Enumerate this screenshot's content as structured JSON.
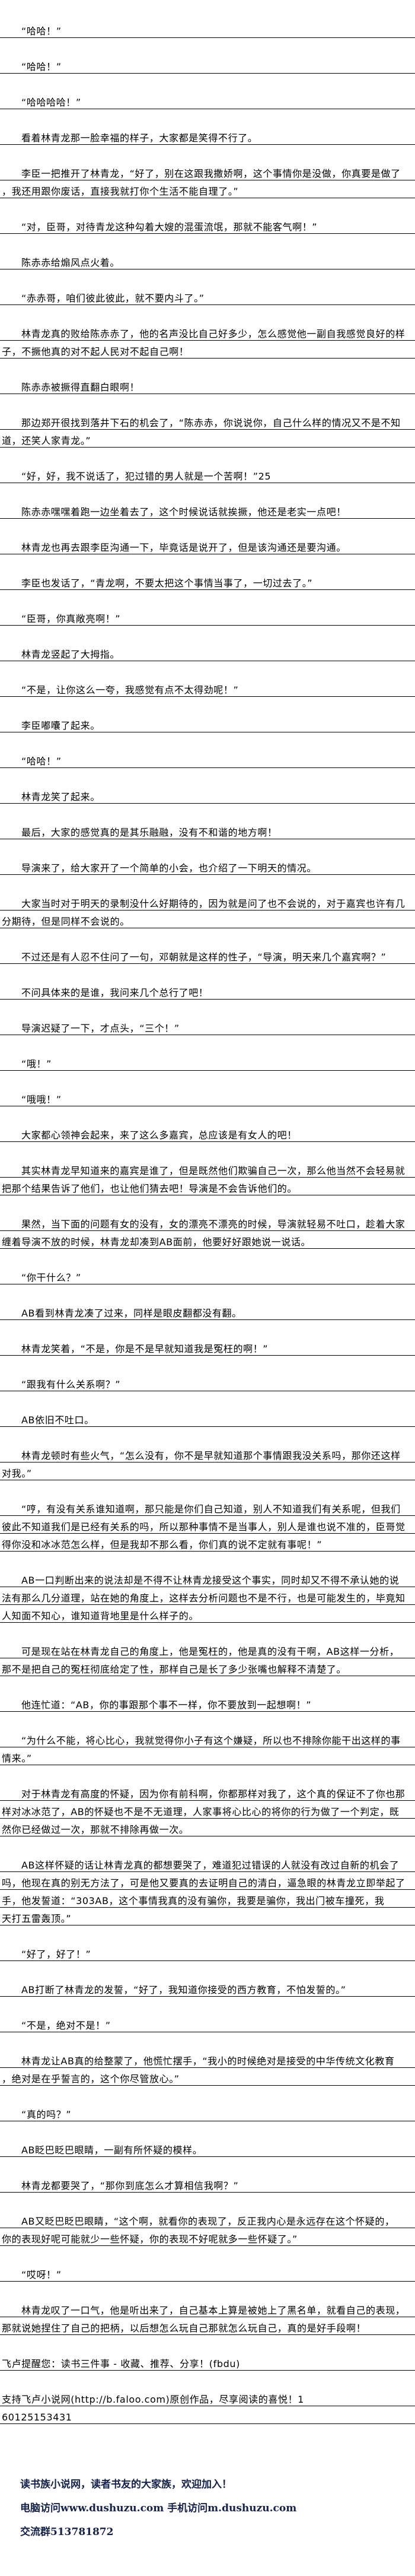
{
  "paragraphs": [
    [
      "“哈哈！”"
    ],
    [
      "“哈哈！”"
    ],
    [
      "“哈哈哈哈！”"
    ],
    [
      "看着林青龙那一脸幸福的样子，大家都是笑得不行了。"
    ],
    [
      "李臣一把推开了林青龙，“好了，别在这跟我撒娇啊，这个事情你是没做，你真要是做了",
      "，我还用跟你废话，直接我就打你个生活不能自理了。”"
    ],
    [
      "“对，臣哥，对待青龙这种勾着大嫂的混蛋流氓，那就不能客气啊！”"
    ],
    [
      "陈赤赤给煽风点火着。"
    ],
    [
      "“赤赤哥，咱们彼此彼此，就不要内斗了。”"
    ],
    [
      "林青龙真的败给陈赤赤了，他的名声没比自己好多少，怎么感觉他一副自我感觉良好的样",
      "子，不撅他真的对不起人民对不起自己啊！"
    ],
    [
      "陈赤赤被撅得直翻白眼啊！"
    ],
    [
      "那边郑开很找到落井下石的机会了，“陈赤赤，你说说你，自己什么样的情况又不是不知",
      "道，还笑人家青龙。”"
    ],
    [
      "“好，好，我不说话了，犯过错的男人就是一个苦啊！”25"
    ],
    [
      "陈赤赤嘿嘿着跑一边坐着去了，这个时候说话就挨撅，他还是老实一点吧！"
    ],
    [
      "林青龙也再去跟李臣沟通一下，毕竟话是说开了，但是该沟通还是要沟通。"
    ],
    [
      "李臣也发话了，“青龙啊，不要太把这个事情当事了，一切过去了。”"
    ],
    [
      "“臣哥，你真敞亮啊！”"
    ],
    [
      "林青龙竖起了大拇指。"
    ],
    [
      "“不是，让你这么一夸，我感觉有点不太得劲呢！”"
    ],
    [
      "李臣嘟囔了起来。"
    ],
    [
      "“哈哈！”"
    ],
    [
      "林青龙笑了起来。"
    ],
    [
      "最后，大家的感觉真的是其乐融融，没有不和谐的地方啊！"
    ],
    [
      "导演来了，给大家开了一个简单的小会，也介绍了一下明天的情况。"
    ],
    [
      "大家当时对于明天的录制没什么好期待的，因为就是问了也不会说的，对于嘉宾也许有几",
      "分期待，但是同样不会说的。"
    ],
    [
      "不过还是有人忍不住问了一句，邓朝就是这样的性子，“导演，明天来几个嘉宾啊？”"
    ],
    [
      "不问具体来的是谁，我问来几个总行了吧！"
    ],
    [
      "导演迟疑了一下，才点头，“三个！”"
    ],
    [
      "“哦！”"
    ],
    [
      "“哦哦！”"
    ],
    [
      "大家都心领神会起来，来了这么多嘉宾，总应该是有女人的吧！"
    ],
    [
      "其实林青龙早知道来的嘉宾是谁了，但是既然他们欺骗自己一次，那么他当然不会轻易就",
      "把那个结果告诉了他们，也让他们猜去吧！导演是不会告诉他们的。"
    ],
    [
      "果然，当下面的问题有女的没有，女的漂亮不漂亮的时候，导演就轻易不吐口，趁着大家",
      "缠着导演不放的时候，林青龙却凑到AB面前，他要好好跟她说一说话。"
    ],
    [
      "“你干什么？”"
    ],
    [
      "AB看到林青龙凑了过来，同样是眼皮翻都没有翻。"
    ],
    [
      "林青龙笑着，“不是，你是不是早就知道我是冤枉的啊！”"
    ],
    [
      "“跟我有什么关系啊？”"
    ],
    [
      "AB依旧不吐口。"
    ],
    [
      "林青龙顿时有些火气，“怎么没有，你不是早就知道那个事情跟我没关系吗，那你还这样",
      "对我。”"
    ],
    [
      "“哼，有没有关系谁知道啊，那只能是你们自己知道，别人不知道我们有关系呢，但我们",
      "彼此不知道我们是已经有关系的吗，所以那种事情不是当事人，别人是谁也说不准的，臣哥觉",
      "得你没和冰冰范怎么样，但是我却不那么看，你们真的说不定就有事呢！”"
    ],
    [
      "AB一口判断出来的说法却是不得不让林青龙接受这个事实，同时却又不得不承认她的说",
      "法有那么几分道理，站在她的角度上，这样去分析问题也不是不行，也是可能发生的，毕竟知",
      "人知面不知心，谁知道背地里是什么样子的。"
    ],
    [
      "可是现在站在林青龙自己的角度上，他是冤枉的，他是真的没有干啊，AB这样一分析，",
      "那不是把自己的冤枉彻底给定了性，那样自己是长了多少张嘴也解释不清楚了。"
    ],
    [
      "他连忙道：“AB，你的事跟那个事不一样，你不要放到一起想啊！”"
    ],
    [
      "“为什么不能，将心比心，我就觉得你小子有这个嫌疑，所以也不排除你能干出这样的事",
      "情来。”"
    ],
    [
      "对于林青龙有高度的怀疑，因为你有前科啊，你都那样对我了，这个真的保证不了你也那",
      "样对冰冰范了，AB的怀疑也不是不无道理，人家事将心比心的将你的行为做了一个判定，既",
      "然你已经做过一次，那就不排除再做一次。"
    ],
    [
      "AB这样怀疑的话让林青龙真的都想要哭了，难道犯过错误的人就没有改过自新的机会了",
      "吗，他现在真的别无方法了，可是他又要真的去证明自己的清白，逼急眼的林青龙立即举起了",
      "手，他发誓道：“303AB，这个事情我真的没有骗你，我要是骗你，我出门被车撞死，我",
      "天打五雷轰顶。”"
    ],
    [
      "“好了，好了！”"
    ],
    [
      "AB打断了林青龙的发誓，“好了，我知道你接受的西方教育，不怕发誓的。”"
    ],
    [
      "“不是，绝对不是！”"
    ],
    [
      "林青龙让AB真的给整蒙了，他慌忙摆手，“我小的时候绝对是接受的中华传统文化教育",
      "，绝对是在乎誓言的，这个你尽管放心。”"
    ],
    [
      "“真的吗？”"
    ],
    [
      "AB眨巴眨巴眼睛，一副有所怀疑的模样。"
    ],
    [
      "林青龙都要哭了，“那你到底怎么才算相信我啊？”"
    ],
    [
      "AB又眨巴眨巴眼睛，“这个啊，就看你的表现了，反正我内心是永远存在这个怀疑的，",
      "你的表现好呢可能就少一些怀疑，你的表现不好呢就多一些怀疑了。”"
    ],
    [
      "“哎呀！”"
    ],
    [
      "林青龙叹了一口气，他是听出来了，自己基本上算是被她上了黑名单，就看自己的表现，",
      "那就说她捏住了自己的把柄，以后想怎么玩自己那就怎么玩自己，真的是好手段啊！"
    ]
  ],
  "notices": [
    [
      "飞卢提醒您：读书三件事 - 收藏、推荐、分享！(fbdu)"
    ],
    [
      "支持飞卢小说网(http://b.faloo.com)原创作品，尽享阅读的喜悦！1",
      "60125153431"
    ]
  ],
  "footer": {
    "line1": "读书族小说网，读者书友的大家族，欢迎加入！",
    "line2": "电脑访问www.dushuzu.com 手机访问m.dushuzu.com",
    "line3": "交流群513781872",
    "color": "#14214d"
  }
}
